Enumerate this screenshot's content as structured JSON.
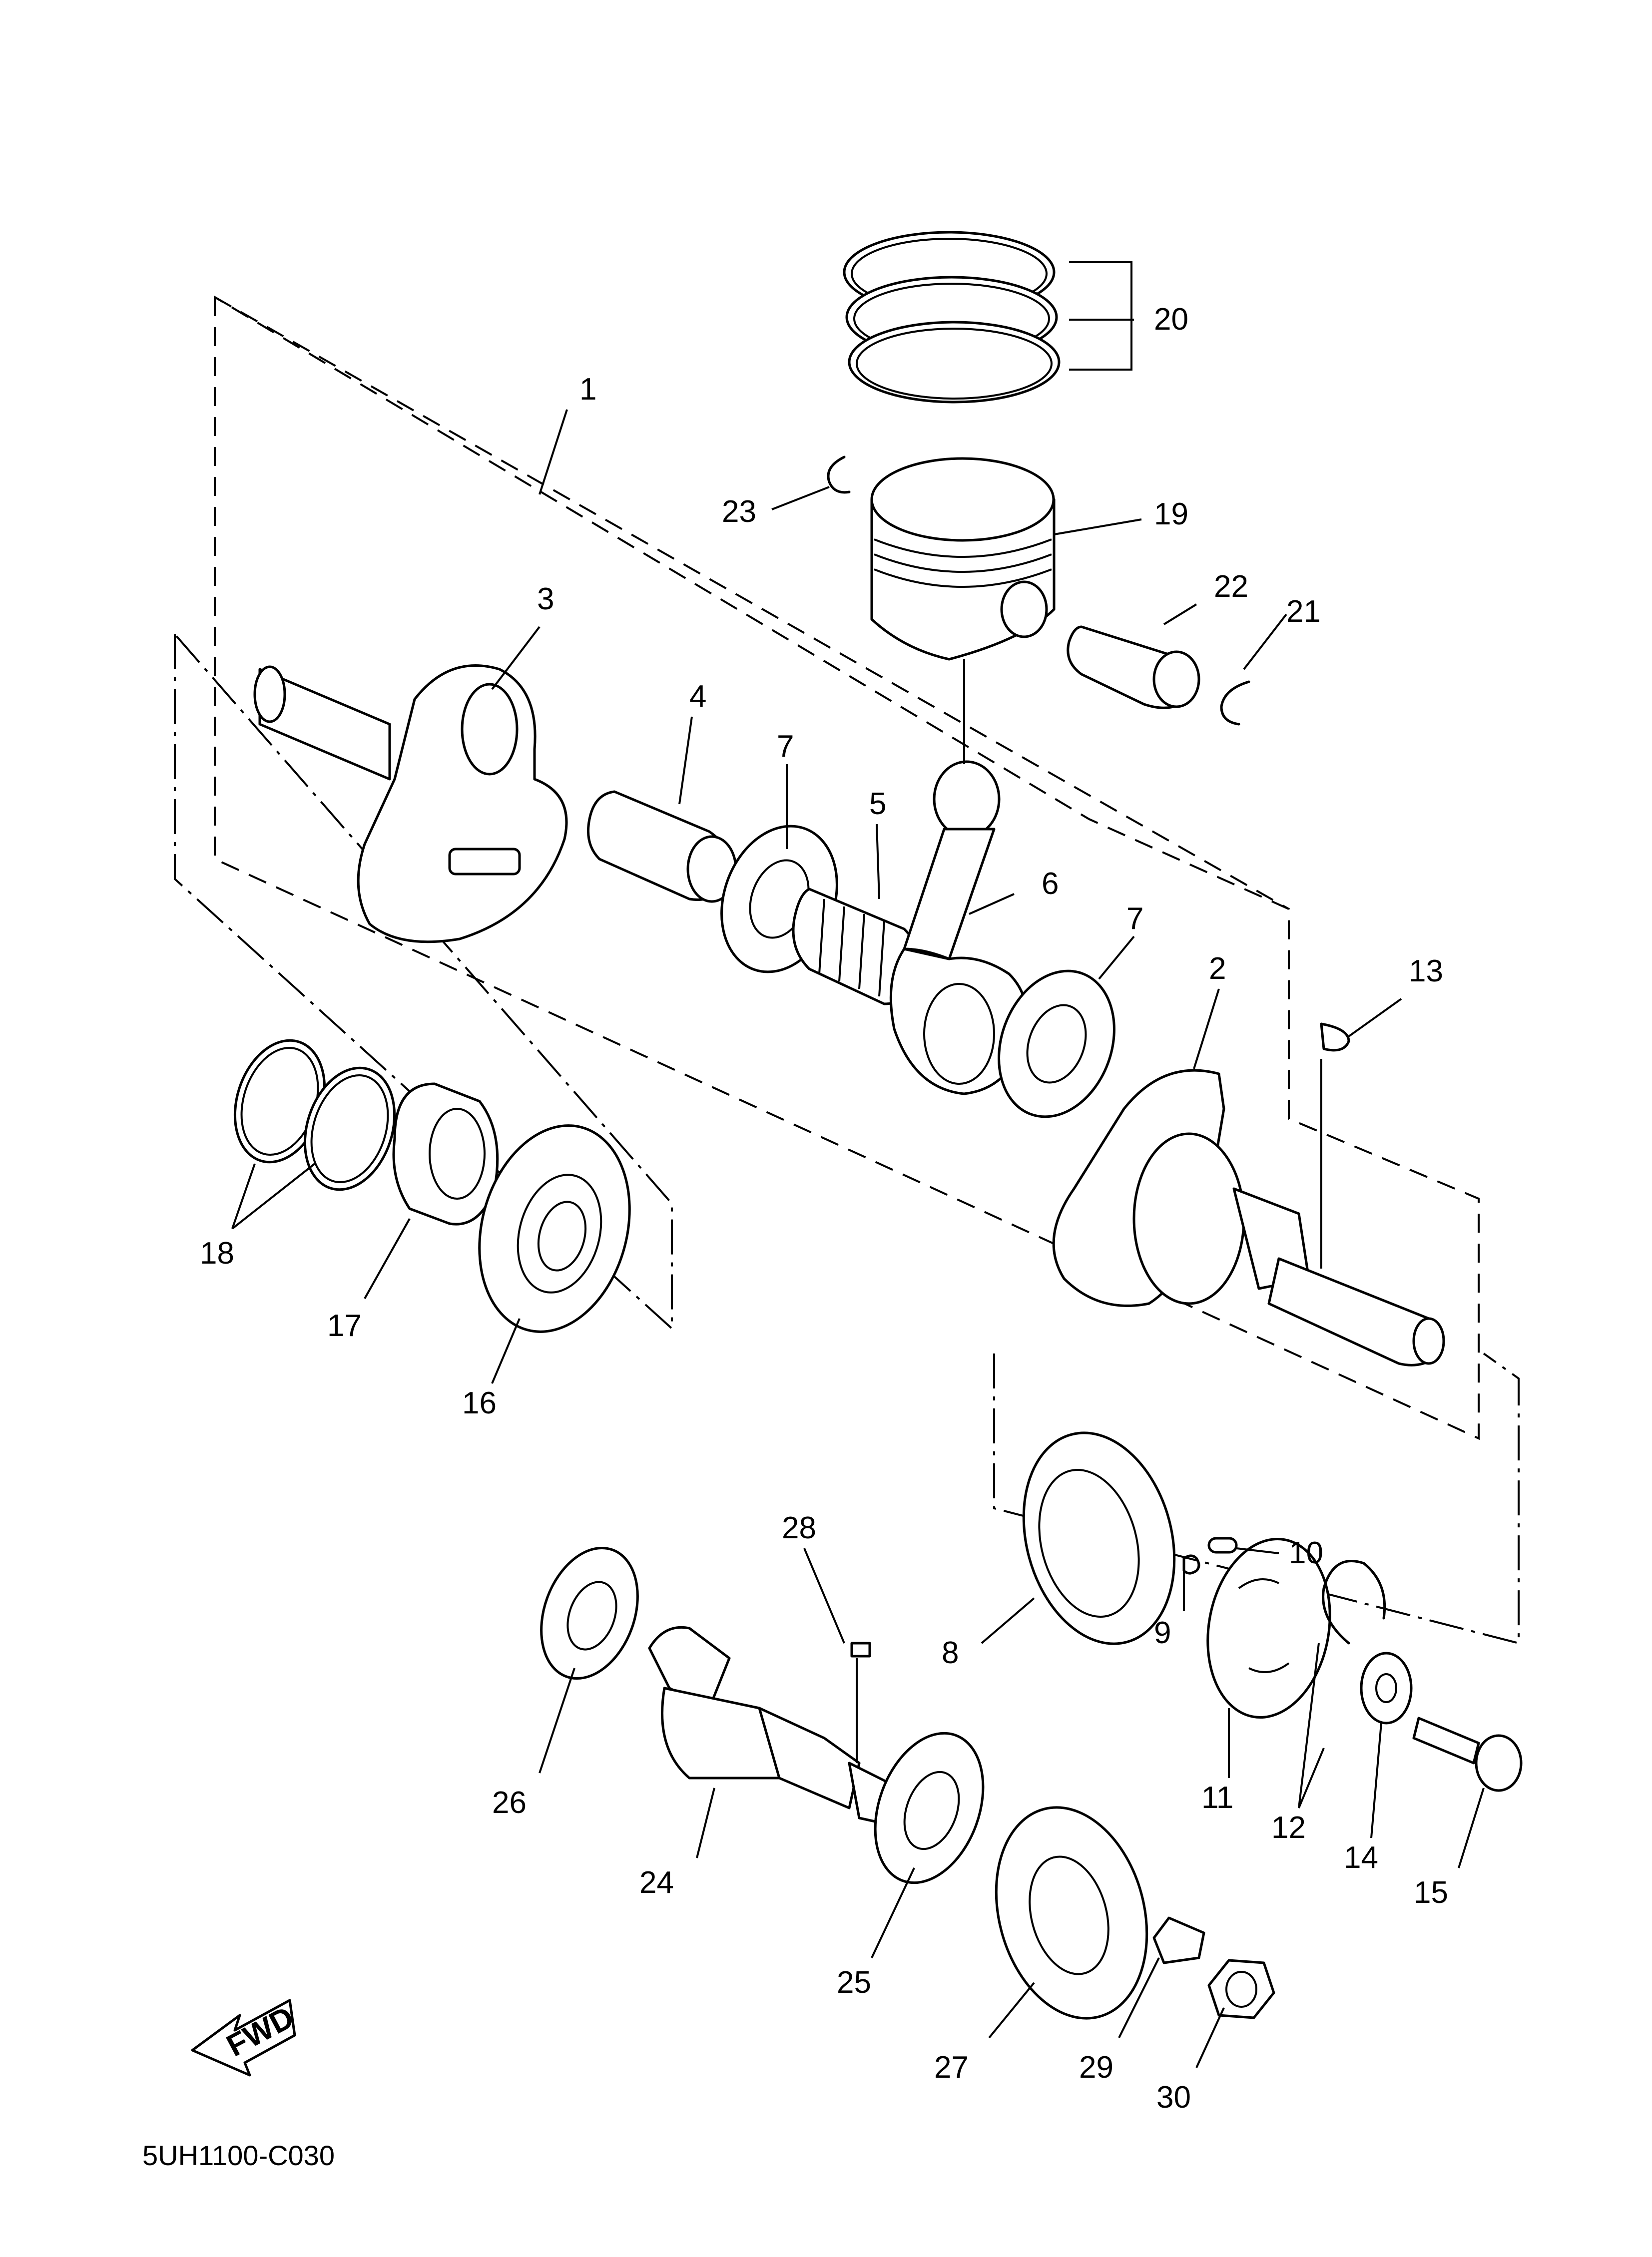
{
  "diagram_code": "5UH1100-C030",
  "fwd_label": "FWD",
  "callouts": {
    "c1": "1",
    "c2": "2",
    "c3": "3",
    "c4": "4",
    "c5": "5",
    "c6": "6",
    "c7a": "7",
    "c7b": "7",
    "c8": "8",
    "c9": "9",
    "c10": "10",
    "c11": "11",
    "c12": "12",
    "c13": "13",
    "c14": "14",
    "c15": "15",
    "c16": "16",
    "c17": "17",
    "c18": "18",
    "c19": "19",
    "c20": "20",
    "c21": "21",
    "c22": "22",
    "c23": "23",
    "c24": "24",
    "c25": "25",
    "c26": "26",
    "c27": "27",
    "c28": "28",
    "c29": "29",
    "c30": "30"
  }
}
